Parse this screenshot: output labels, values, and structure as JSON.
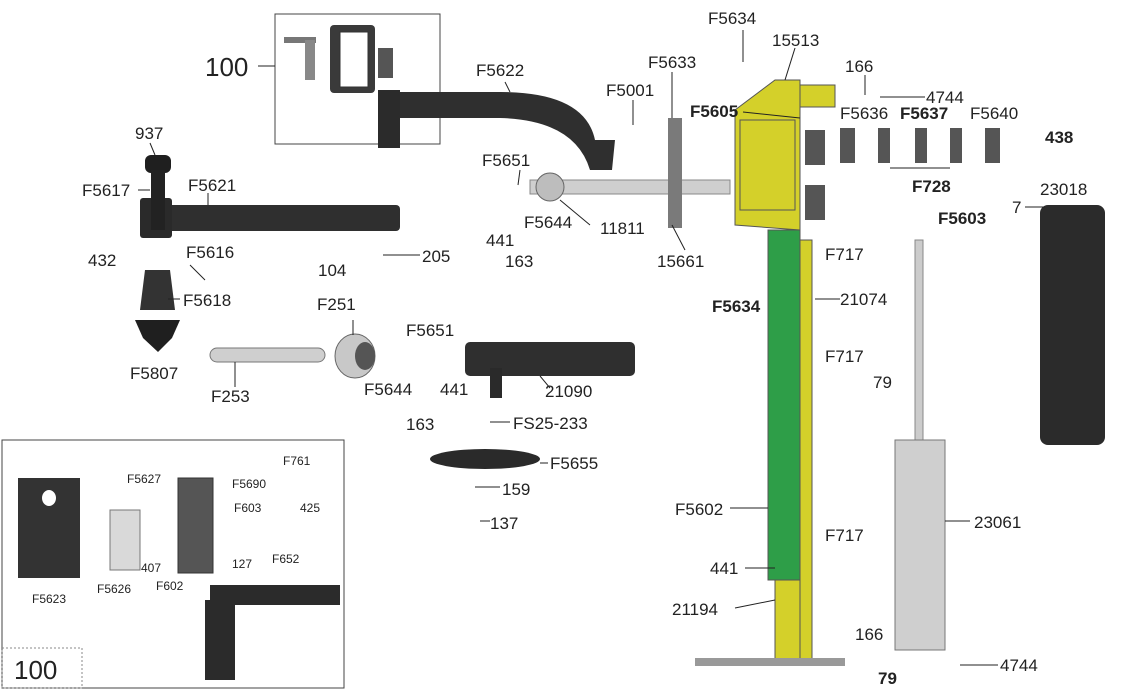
{
  "callouts": {
    "c100": "100",
    "c5622": "F5622",
    "c5634a": "F5634",
    "c15513": "15513",
    "c5633": "F5633",
    "c5001": "F5001",
    "c166a": "166",
    "c4744a": "4744",
    "c5605": "F5605",
    "c5636": "F5636",
    "c5637": "F5637",
    "c5640": "F5640",
    "c438": "438",
    "c937": "937",
    "c5651a": "F5651",
    "c5617": "F5617",
    "c5621": "F5621",
    "c728": "F728",
    "c23018": "23018",
    "c7": "7",
    "c441a": "441",
    "c5644a": "F5644",
    "c11811": "11811",
    "c5603": "F5603",
    "c205": "205",
    "c163a": "163",
    "c15661": "15661",
    "c432": "432",
    "c5616": "F5616",
    "c104": "104",
    "c717a": "F717",
    "c5634b": "F5634",
    "c21074": "21074",
    "c5618": "F5618",
    "c251": "F251",
    "c5651b": "F5651",
    "c5807": "F5807",
    "c717b": "F717",
    "c79a": "79",
    "c5644b": "F5644",
    "c441b": "441",
    "c21090": "21090",
    "c253": "F253",
    "c163b": "163",
    "cfs25": "FS25-233",
    "c5655": "F5655",
    "c159": "159",
    "c5602": "F5602",
    "c23061": "23061",
    "c137": "137",
    "c717c": "F717",
    "c441c": "441",
    "c21194": "21194",
    "c166b": "166",
    "c4744b": "4744",
    "c79b": "79"
  },
  "detail": {
    "c761": "F761",
    "c5627": "F5627",
    "c5690": "F5690",
    "c425": "425",
    "c603": "F603",
    "c127": "127",
    "c652": "F652",
    "c407": "407",
    "c5626": "F5626",
    "c602": "F602",
    "c5623": "F5623"
  },
  "inset_label": "100",
  "colors": {
    "green": "#2e9e48",
    "yellow": "#d4d02a",
    "dark": "#2b2b2b"
  }
}
